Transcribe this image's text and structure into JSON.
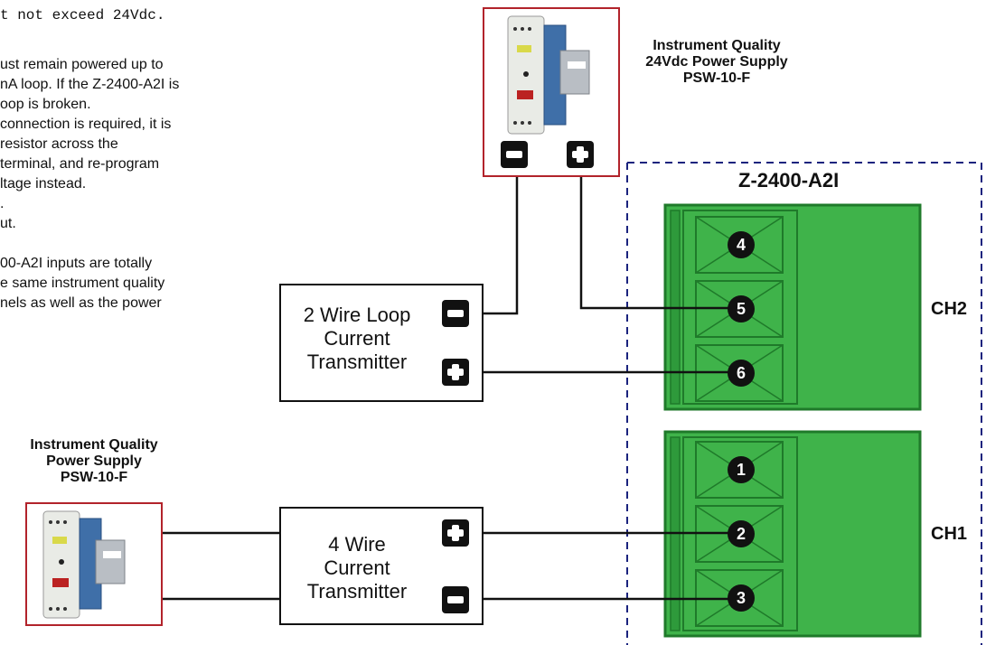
{
  "notes": {
    "lines": [
      "t not exceed 24Vdc.",
      "ust remain powered up to",
      "nA loop. If the Z-2400-A2I is",
      "oop is broken.",
      "connection is required, it is",
      "resistor across the",
      "terminal, and re-program",
      "ltage instead.",
      ".",
      "ut.",
      "00-A2I inputs are totally",
      "e same instrument quality",
      "nels as well as the power"
    ]
  },
  "top_psu": {
    "caption": [
      "Instrument Quality",
      "24Vdc Power Supply",
      "PSW-10-F"
    ],
    "terminals": [
      "minus",
      "plus"
    ]
  },
  "bottom_psu": {
    "caption": [
      "Instrument Quality",
      "Power Supply",
      "PSW-10-F"
    ]
  },
  "transmitter_2wire": {
    "label": [
      "2 Wire Loop",
      "Current",
      "Transmitter"
    ]
  },
  "transmitter_4wire": {
    "label": [
      "4 Wire",
      "Current",
      "Transmitter"
    ]
  },
  "module": {
    "title": "Z-2400-A2I",
    "channels": [
      {
        "name": "CH2",
        "terminals": [
          "4",
          "5",
          "6"
        ]
      },
      {
        "name": "CH1",
        "terminals": [
          "1",
          "2",
          "3"
        ]
      }
    ]
  },
  "colors": {
    "terminal_green": "#3fb34a",
    "terminal_dark": "#1f7a2a",
    "psu_border": "#b2232b",
    "module_border": "#1a237e"
  }
}
